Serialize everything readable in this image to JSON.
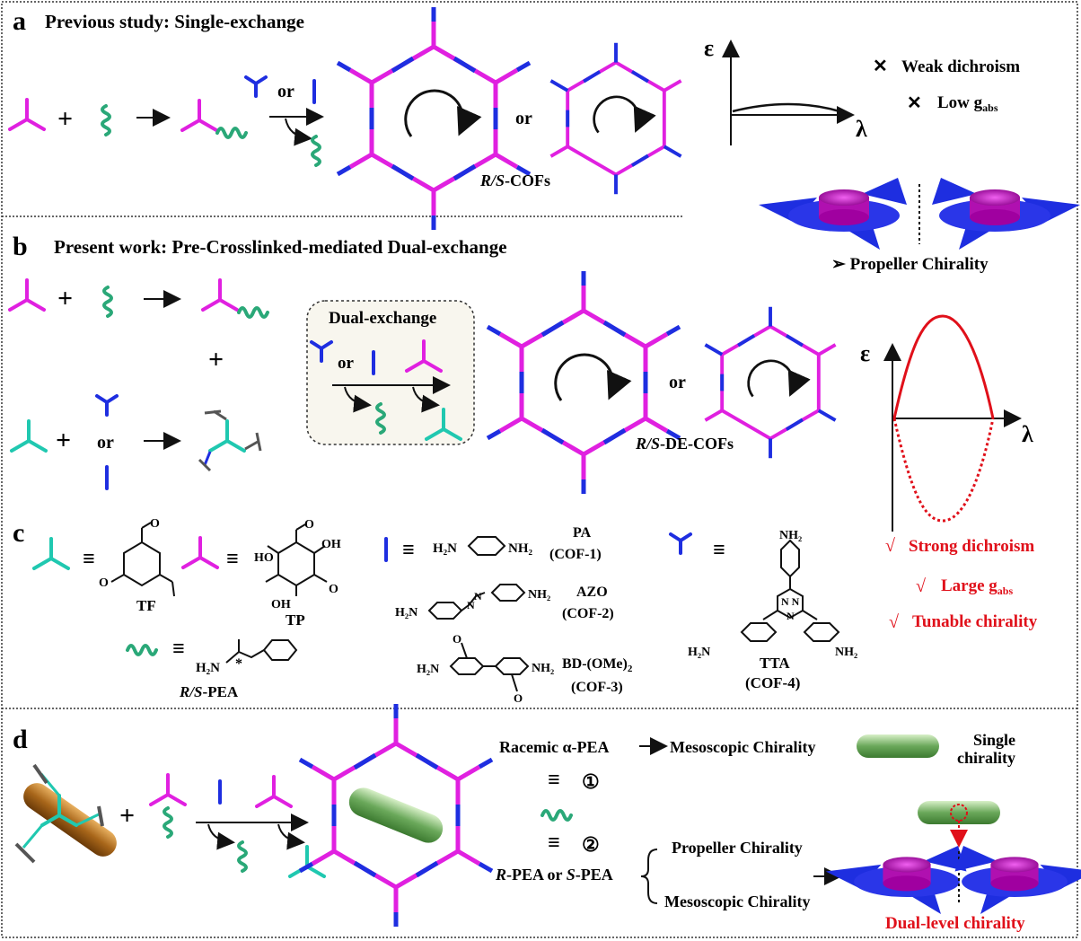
{
  "panels": {
    "a": {
      "letter": "a",
      "title": "Previous study: Single-exchange",
      "or1": "or",
      "or2": "or",
      "product": "R/S-COFs",
      "product_italic": "R/S",
      "product_rest": "-COFs"
    },
    "b": {
      "letter": "b",
      "title": "Present work: Pre-Crosslinked-mediated Dual-exchange",
      "box_title": "Dual-exchange",
      "or_box": "or",
      "or_left": "or",
      "or_mid": "or",
      "product_italic": "R/S",
      "product_rest": "-DE-COFs"
    },
    "c": {
      "letter": "c",
      "equiv": "≡",
      "tf": "TF",
      "tp": "TP",
      "pea_italic": "R/S",
      "pea_rest": "-PEA",
      "pa": "PA",
      "cof1": "(COF-1)",
      "azo": "AZO",
      "cof2": "(COF-2)",
      "bd": "BD-(OMe)",
      "bd_sub": "2",
      "cof3": "(COF-3)",
      "tta": "TTA",
      "cof4": "(COF-4)"
    },
    "d": {
      "letter": "d",
      "racemic": "Racemic α-PEA",
      "meso1": "Mesoscopic Chirality",
      "single": "Single",
      "chirality": "chirality",
      "equiv": "≡",
      "c1": "①",
      "c2": "②",
      "rs_pea_r": "R",
      "rs_pea_mid": "-PEA or ",
      "rs_pea_s": "S",
      "rs_pea_end": "-PEA",
      "propeller": "Propeller Chirality",
      "meso2": "Mesoscopic Chirality",
      "dual": "Dual-level chirality"
    }
  },
  "spectrum_a": {
    "eps": "ε",
    "lambda": "λ",
    "item1": "Weak dichroism",
    "item2_main": "Low g",
    "item2_sub": "abs",
    "mark": "✕"
  },
  "spectrum_b": {
    "eps": "ε",
    "lambda": "λ",
    "check": "√",
    "item1": "Strong dichroism",
    "item2_main": "Large g",
    "item2_sub": "abs",
    "item3": "Tunable chirality"
  },
  "propeller_label": "➢ Propeller Chirality",
  "colors": {
    "magenta": "#e020e0",
    "blue": "#1e2ee0",
    "teal": "#20c8b0",
    "red": "#e0101a",
    "helix": "#2aa878"
  }
}
